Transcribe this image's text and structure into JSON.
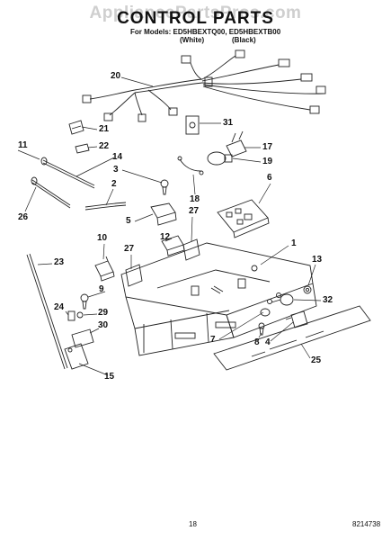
{
  "header": {
    "watermark": "AppliancePartsPros.com",
    "title": "CONTROL PARTS",
    "models_line": "For Models: ED5HBEXTQ00, ED5HBEXTB00",
    "variant_white": "(White)",
    "variant_black": "(Black)"
  },
  "footer": {
    "page_number": "18",
    "document_number": "8214738"
  },
  "callouts": [
    "20",
    "31",
    "21",
    "22",
    "17",
    "11",
    "14",
    "3",
    "19",
    "2",
    "18",
    "6",
    "26",
    "27",
    "5",
    "10",
    "12",
    "27",
    "1",
    "23",
    "13",
    "9",
    "32",
    "24",
    "29",
    "30",
    "7",
    "8",
    "4",
    "15",
    "25"
  ]
}
